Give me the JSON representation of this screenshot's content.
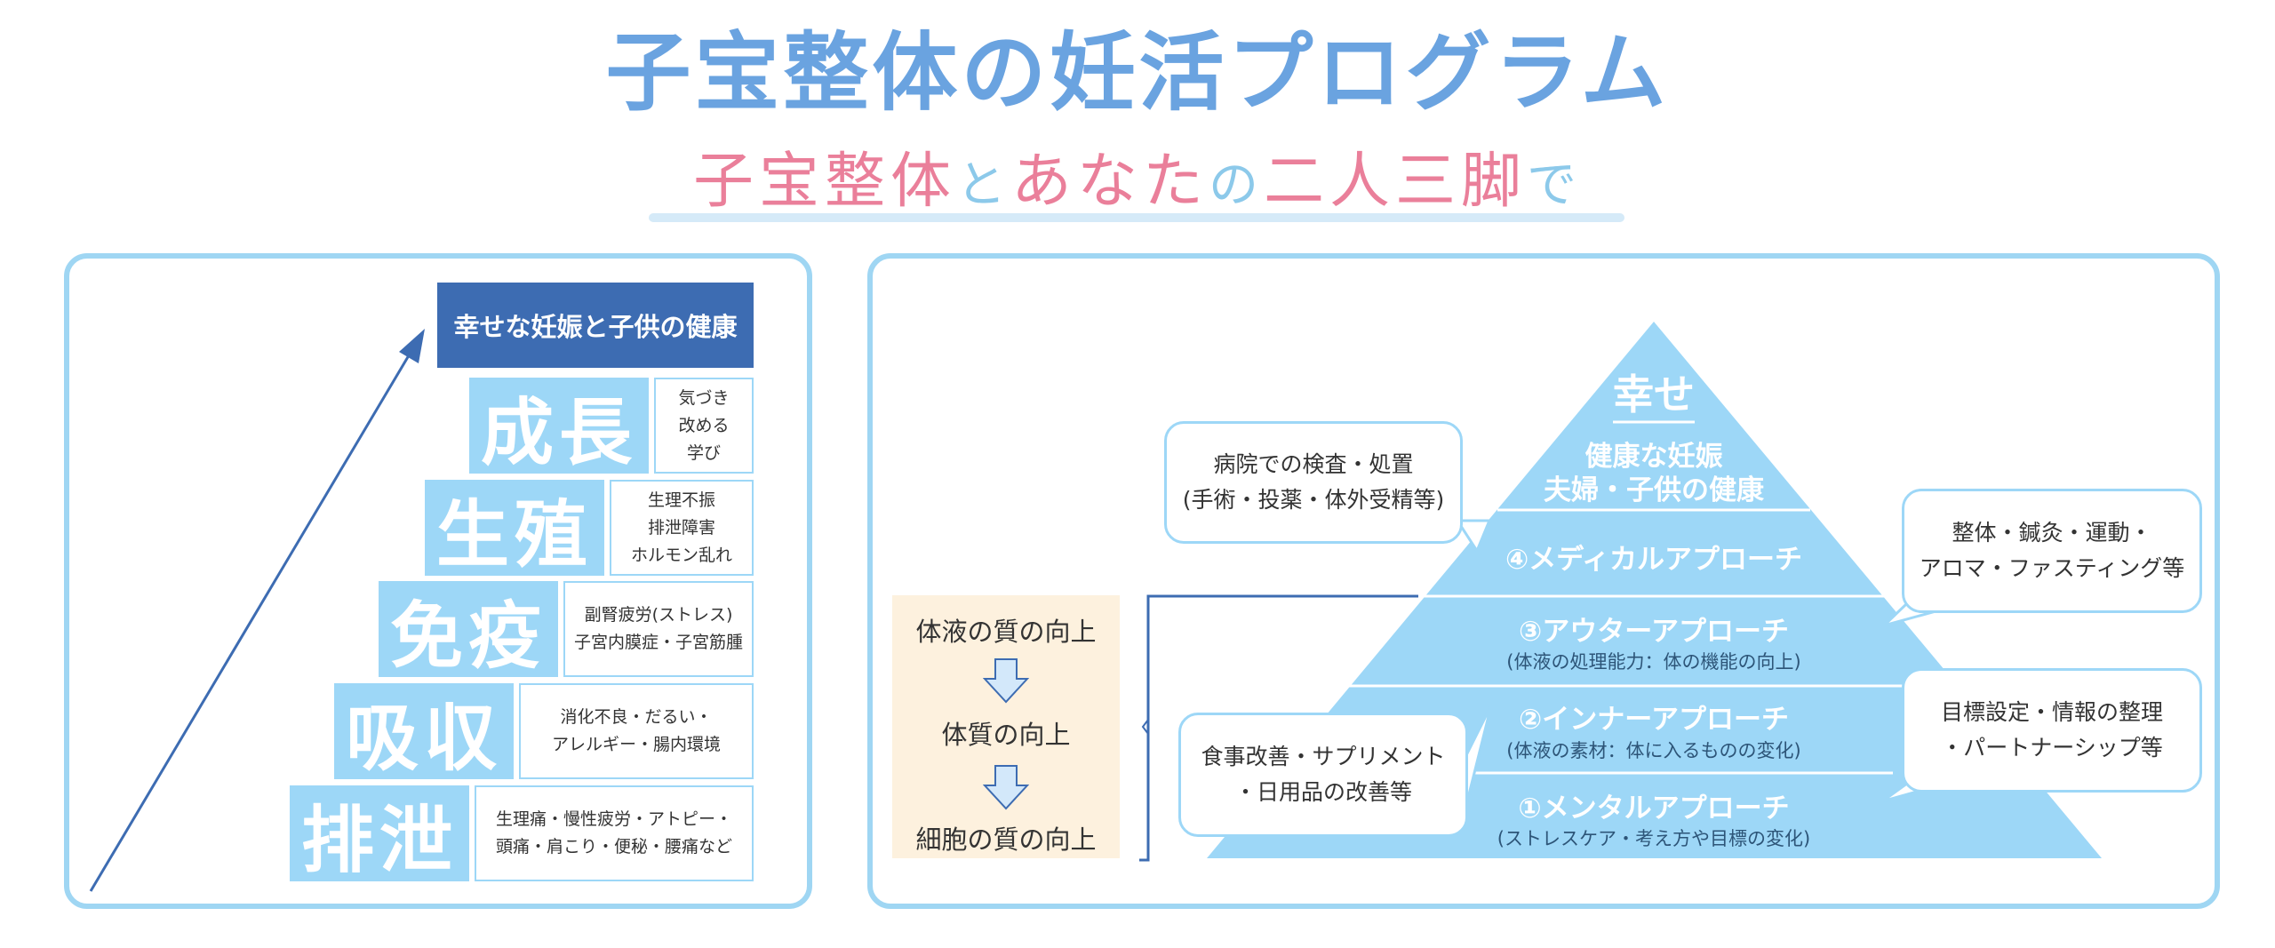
{
  "header": {
    "title": "子宝整体の妊活プログラム",
    "subtitle_parts": [
      "子宝整体",
      "と",
      "あなた",
      "の",
      "二人三脚",
      "で"
    ]
  },
  "steps": {
    "goal": "幸せな妊娠と子供の健康",
    "items": [
      {
        "label": "成長",
        "desc": "気づき\n改める\n学び"
      },
      {
        "label": "生殖",
        "desc": "生理不振\n排泄障害\nホルモン乱れ"
      },
      {
        "label": "免疫",
        "desc": "副腎疲労(ストレス)\n子宮内膜症・子宮筋腫"
      },
      {
        "label": "吸収",
        "desc": "消化不良・だるい・\nアレルギー・腸内環境"
      },
      {
        "label": "排泄",
        "desc": "生理痛・慢性疲労・アトピー・\n頭痛・肩こり・便秘・腰痛など"
      }
    ]
  },
  "quality": {
    "items": [
      "体液の質の向上",
      "体質の向上",
      "細胞の質の向上"
    ]
  },
  "pyramid": {
    "top": "幸せ",
    "health_line1": "健康な妊娠",
    "health_line2": "夫婦・子供の健康",
    "medical": "④メディカルアプローチ",
    "outer": "③アウターアプローチ",
    "outer_sub": "(体液の処理能力：体の機能の向上)",
    "inner": "②インナーアプローチ",
    "inner_sub": "(体液の素材：体に入るものの変化)",
    "mental": "①メンタルアプローチ",
    "mental_sub": "(ストレスケア・考え方や目標の変化)"
  },
  "bubbles": {
    "hospital": "病院での検査・処置\n(手術・投薬・体外受精等)",
    "seitai": "整体・鍼灸・運動・\nアロマ・ファスティング等",
    "food": "食事改善・サプリメント\n・日用品の改善等",
    "goal": "目標設定・情報の整理\n・パートナーシップ等"
  },
  "colors": {
    "title": "#6aa3e0",
    "pink": "#ea7f9a",
    "light_blue": "#9dd7f7",
    "dark_blue": "#3d6cb2",
    "cream": "#fdf1de"
  }
}
